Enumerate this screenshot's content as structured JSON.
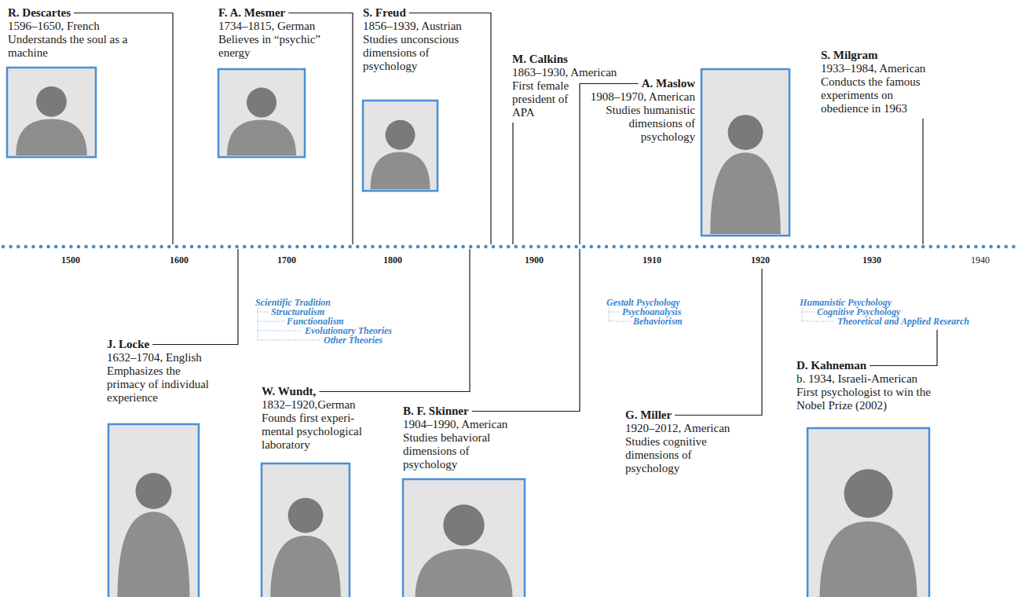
{
  "diagram": {
    "nodes": [
      {
        "text": [
          "R. Descartes",
          "1596–1650, French",
          "Understands the soul as a machine"
        ]
      },
      {
        "text": [
          "F. A. Mesmer",
          "1734–1815, German",
          "Believes in “psychic” energy"
        ]
      },
      {
        "text": [
          "S. Freud",
          "1856–1939, Austrian",
          "Studies unconscious dimensions of psychology"
        ]
      },
      {
        "text": [
          "M. Calkins",
          "1863–1930, American",
          "First female president of APA"
        ]
      },
      {
        "text": [
          "A. Maslow",
          "1908–1970, American",
          "Studies humanistic dimensions of psychology"
        ]
      },
      {
        "text": [
          "S. Milgram",
          "1933–1984, American",
          "Conducts the famous experiments on obedience in 1963"
        ]
      },
      {
        "text": [
          "J. Locke",
          "1632–1704, English",
          "Emphasizes the primacy of individual experience"
        ]
      },
      {
        "text": [
          "W. Wundt,",
          "1832–1920,German",
          "Founds first experi- mental psychological laboratory"
        ]
      },
      {
        "text": [
          "B. F. Skinner",
          "1904–1990, American",
          "Studies behavioral dimensions of psychology"
        ]
      },
      {
        "text": [
          "G. Miller",
          "1920–2012, American",
          "Studies cognitive dimensions of psychology"
        ]
      },
      {
        "text": [
          "D. Kahneman",
          "b. 1934, Israeli-American",
          "First psychologist to win the Nobel Prize (2002)"
        ]
      }
    ],
    "labels": [
      "1500",
      "1600",
      "1700",
      "1800",
      "1900",
      "1910",
      "1920",
      "1930",
      "1940",
      "Scientific Tradition",
      "Structuralism",
      "Functionalism",
      "Evolutionary Theories",
      "Other Theories",
      "Gestalt Psychology",
      "Psychoanalysis",
      "Behaviorism",
      "Humanistic Psychology",
      "Cognitive Psychology",
      "Theoretical and Applied Research"
    ]
  }
}
